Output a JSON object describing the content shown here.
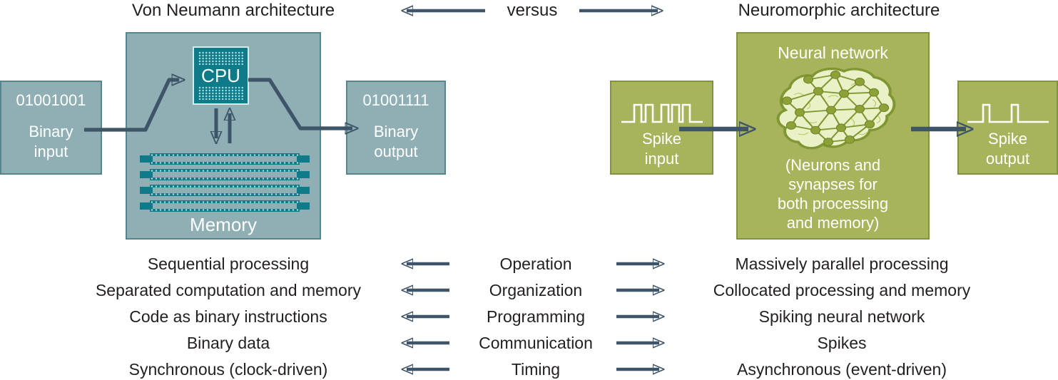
{
  "header": {
    "left_title": "Von Neumann architecture",
    "versus_label": "versus",
    "right_title": "Neuromorphic architecture"
  },
  "von_neumann": {
    "input_box": {
      "value": "01001001",
      "label": "Binary\ninput"
    },
    "main_box": {
      "cpu_label": "CPU",
      "memory_label": "Memory"
    },
    "output_box": {
      "value": "01001111",
      "label": "Binary\noutput"
    }
  },
  "neuromorphic": {
    "input_box": {
      "label": "Spike\ninput"
    },
    "main_box": {
      "title": "Neural network",
      "subtitle": "(Neurons and\nsynapses for\nboth processing\nand memory)"
    },
    "output_box": {
      "label": "Spike\noutput"
    }
  },
  "comparison": {
    "rows": [
      {
        "left": "Sequential processing",
        "center": "Operation",
        "right": "Massively parallel processing"
      },
      {
        "left": "Separated computation and memory",
        "center": "Organization",
        "right": "Collocated processing and memory"
      },
      {
        "left": "Code as binary instructions",
        "center": "Programming",
        "right": "Spiking neural network"
      },
      {
        "left": "Binary data",
        "center": "Communication",
        "right": "Spikes"
      },
      {
        "left": "Synchronous (clock-driven)",
        "center": "Timing",
        "right": "Asynchronous (event-driven)"
      }
    ]
  },
  "icons": {
    "cpu_chip": "cpu-chip-with-pin-dots",
    "memory_sticks": "four-ram-modules",
    "brain": "brain-neural-network",
    "spike_input_wave": "square-pulse-wave-5-pulses",
    "spike_output_wave": "square-pulse-wave-2-pulses"
  },
  "colors": {
    "teal_box": "#8FAFB4",
    "teal_border": "#57858E",
    "teal_dark": "#0F7A88",
    "olive_box": "#A8B45B",
    "olive_border": "#83923F",
    "arrow": "#3E5468",
    "text_dark": "#231F20",
    "text_light": "#FFFFFF",
    "brain_fill": "#EBF1C6",
    "brain_stroke": "#7E9732",
    "node_fill": "#8CA136"
  }
}
